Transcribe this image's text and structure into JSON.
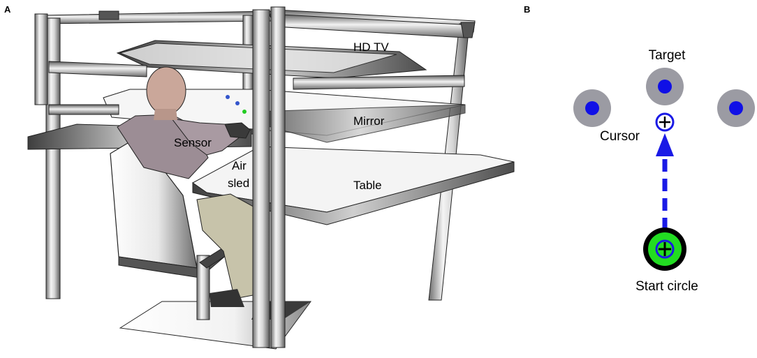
{
  "panels": {
    "a": {
      "letter": "A",
      "labels": {
        "tv": "HD TV",
        "mirror": "Mirror",
        "sensor": "Sensor",
        "air_line1": "Air",
        "air_line2": "sled",
        "table": "Table"
      }
    },
    "b": {
      "letter": "B",
      "labels": {
        "target": "Target",
        "cursor": "Cursor",
        "start": "Start circle"
      }
    }
  },
  "colors": {
    "target_ring": "#9b9ba3",
    "target_dot": "#1010e6",
    "arrow": "#1a1ae6",
    "start_ring": "#000000",
    "start_fill": "#22dd22",
    "cursor_ring": "#1a1ae6"
  }
}
